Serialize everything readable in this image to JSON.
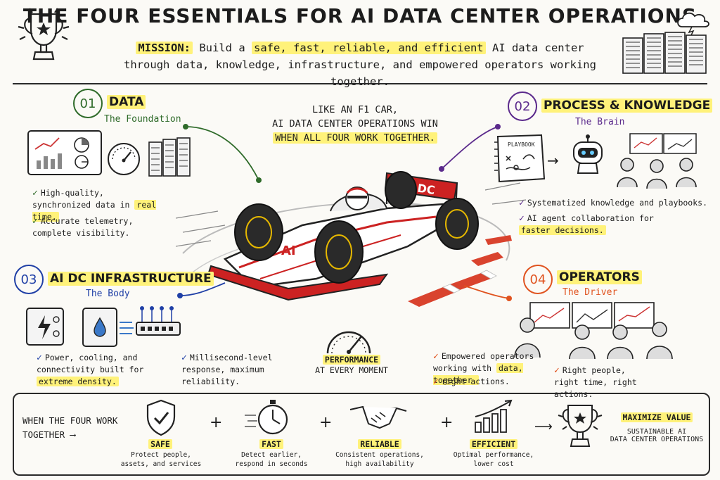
{
  "header": {
    "title": "THE FOUR ESSENTIALS FOR AI DATA CENTER OPERATIONS",
    "mission_label": "MISSION:",
    "mission_pre": "Build a",
    "mission_highlight": "safe, fast, reliable, and efficient",
    "mission_post": "AI data center",
    "mission_line2": "through data, knowledge, infrastructure, and empowered operators working together."
  },
  "center": {
    "tagline_1": "LIKE AN F1 CAR,",
    "tagline_2": "AI DATA CENTER OPERATIONS WIN",
    "tagline_3": "WHEN ALL FOUR WORK TOGETHER.",
    "car_text_1": "AI DC",
    "car_text_2": "AI",
    "performance_1": "PERFORMANCE",
    "performance_2": "AT EVERY MOMENT"
  },
  "sections": {
    "data": {
      "number": "01",
      "title": "DATA",
      "subtitle": "The Foundation",
      "b1_pre": "High-quality, synchronized data in",
      "b1_hl": "real time.",
      "b2": "Accurate telemetry, complete visibility."
    },
    "process": {
      "number": "02",
      "title": "PROCESS & KNOWLEDGE",
      "subtitle": "The Brain",
      "playbook": "PLAYBOOK",
      "b1": "Systematized knowledge and playbooks.",
      "b2_pre": "AI agent collaboration for",
      "b2_hl": "faster decisions."
    },
    "infra": {
      "number": "03",
      "title": "AI DC INFRASTRUCTURE",
      "subtitle": "The Body",
      "b1_pre": "Power, cooling, and connectivity built for",
      "b1_hl": "extreme density.",
      "b2": "Millisecond-level response, maximum reliability."
    },
    "operators": {
      "number": "04",
      "title": "OPERATORS",
      "subtitle": "The Driver",
      "b1_pre": "Empowered operators working with",
      "b1_hl": "data, together.",
      "b2": "right actions.",
      "b3": "Right people, right time, right actions."
    }
  },
  "bottom": {
    "lead": "WHEN THE FOUR WORK TOGETHER",
    "items": [
      {
        "label": "SAFE",
        "desc1": "Protect people,",
        "desc2": "assets, and services"
      },
      {
        "label": "FAST",
        "desc1": "Detect earlier,",
        "desc2": "respond in seconds"
      },
      {
        "label": "RELIABLE",
        "desc1": "Consistent operations,",
        "desc2": "high availability"
      },
      {
        "label": "EFFICIENT",
        "desc1": "Optimal performance,",
        "desc2": "lower cost"
      }
    ],
    "plus": "+",
    "result_label": "MAXIMIZE VALUE",
    "result_1": "SUSTAINABLE AI",
    "result_2": "DATA CENTER OPERATIONS"
  },
  "colors": {
    "data": "#2f6b2a",
    "process": "#5b2a8c",
    "infra": "#1f3fa6",
    "operators": "#e0531f",
    "highlight": "#fff27a"
  },
  "icons": [
    "trophy-icon",
    "server-rack-icon",
    "cloud-icon",
    "dashboard-icon",
    "gauge-icon",
    "playbook-icon",
    "robot-icon",
    "operators-icon",
    "battery-icon",
    "cooling-icon",
    "network-switch-icon",
    "shield-icon",
    "stopwatch-icon",
    "handshake-icon",
    "growth-chart-icon",
    "f1-car"
  ]
}
